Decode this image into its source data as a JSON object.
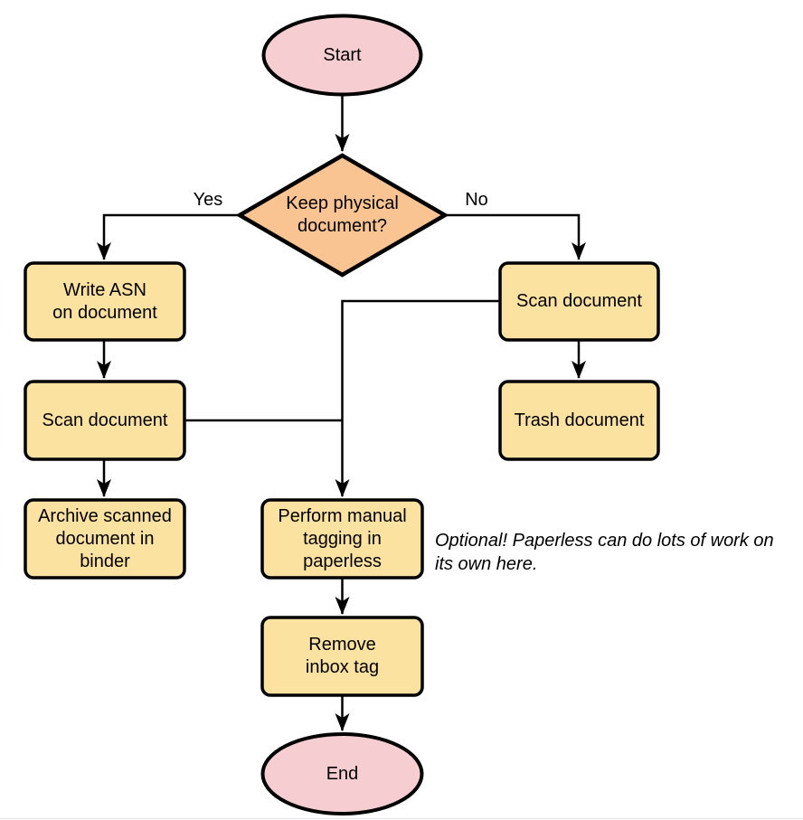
{
  "diagram": {
    "nodes": {
      "start": {
        "label": "Start"
      },
      "decision": {
        "label": "Keep physical\ndocument?"
      },
      "write_asn": {
        "label": "Write ASN\non document"
      },
      "scan_left": {
        "label": "Scan document"
      },
      "archive": {
        "label": "Archive scanned\ndocument in\nbinder"
      },
      "scan_right": {
        "label": "Scan document"
      },
      "trash": {
        "label": "Trash document"
      },
      "tagging": {
        "label": "Perform manual\ntagging in\npaperless"
      },
      "remove_inbox": {
        "label": "Remove\ninbox tag"
      },
      "end": {
        "label": "End"
      }
    },
    "edge_labels": {
      "yes": "Yes",
      "no": "No"
    },
    "annotation": "Optional! Paperless can do lots of work on\nits own here.",
    "colors": {
      "terminal_fill": "#f6cdd0",
      "decision_fill": "#fac392",
      "process_fill": "#fce2a0",
      "stroke": "#000000"
    }
  }
}
